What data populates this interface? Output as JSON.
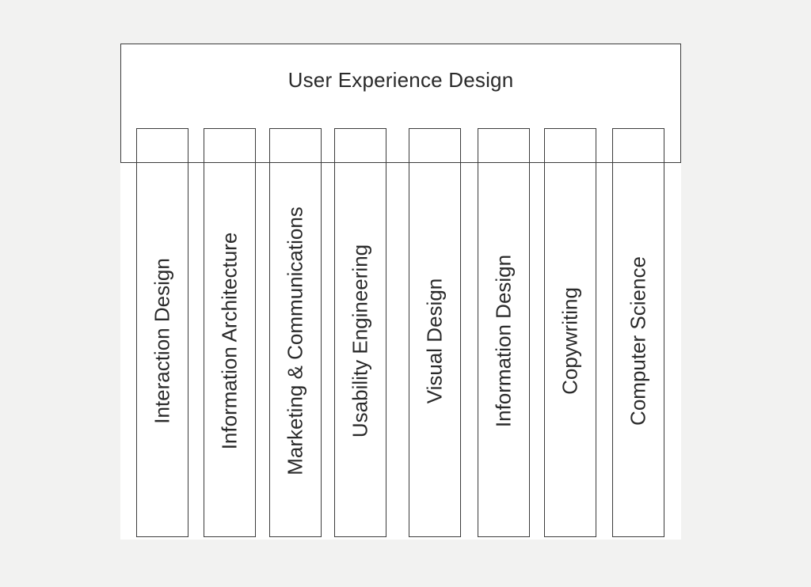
{
  "diagram": {
    "title": "User Experience Design",
    "pillars": [
      {
        "label": "Interaction Design"
      },
      {
        "label": "Information Architecture"
      },
      {
        "label": "Marketing & Communications"
      },
      {
        "label": "Usability Engineering"
      },
      {
        "label": "Visual Design"
      },
      {
        "label": "Information Design"
      },
      {
        "label": "Copywriting"
      },
      {
        "label": "Computer Science"
      }
    ]
  },
  "colors": {
    "page_background": "#f2f2f1",
    "diagram_background": "#ffffff",
    "stroke": "#3c3c3c",
    "text": "#2a2a2a"
  }
}
